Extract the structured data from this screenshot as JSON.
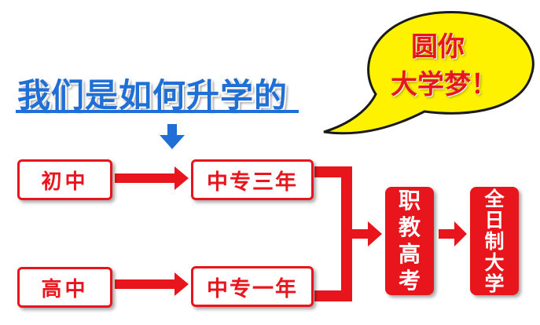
{
  "title": "我们是如何升学的",
  "bubble": {
    "line1": "圆你",
    "line2": "大学梦！"
  },
  "start_boxes": {
    "top": "初中",
    "bottom": "高中"
  },
  "mid_boxes": {
    "top": "中专三年",
    "bottom": "中专一年"
  },
  "exam_box": {
    "chars": [
      "职",
      "教",
      "高",
      "考"
    ]
  },
  "university_box": {
    "chars": [
      "全",
      "日",
      "制",
      "大",
      "学"
    ]
  },
  "colors": {
    "red": "#e8161c",
    "blue": "#1f6fd6",
    "bubble_yellow": "#fff200"
  }
}
